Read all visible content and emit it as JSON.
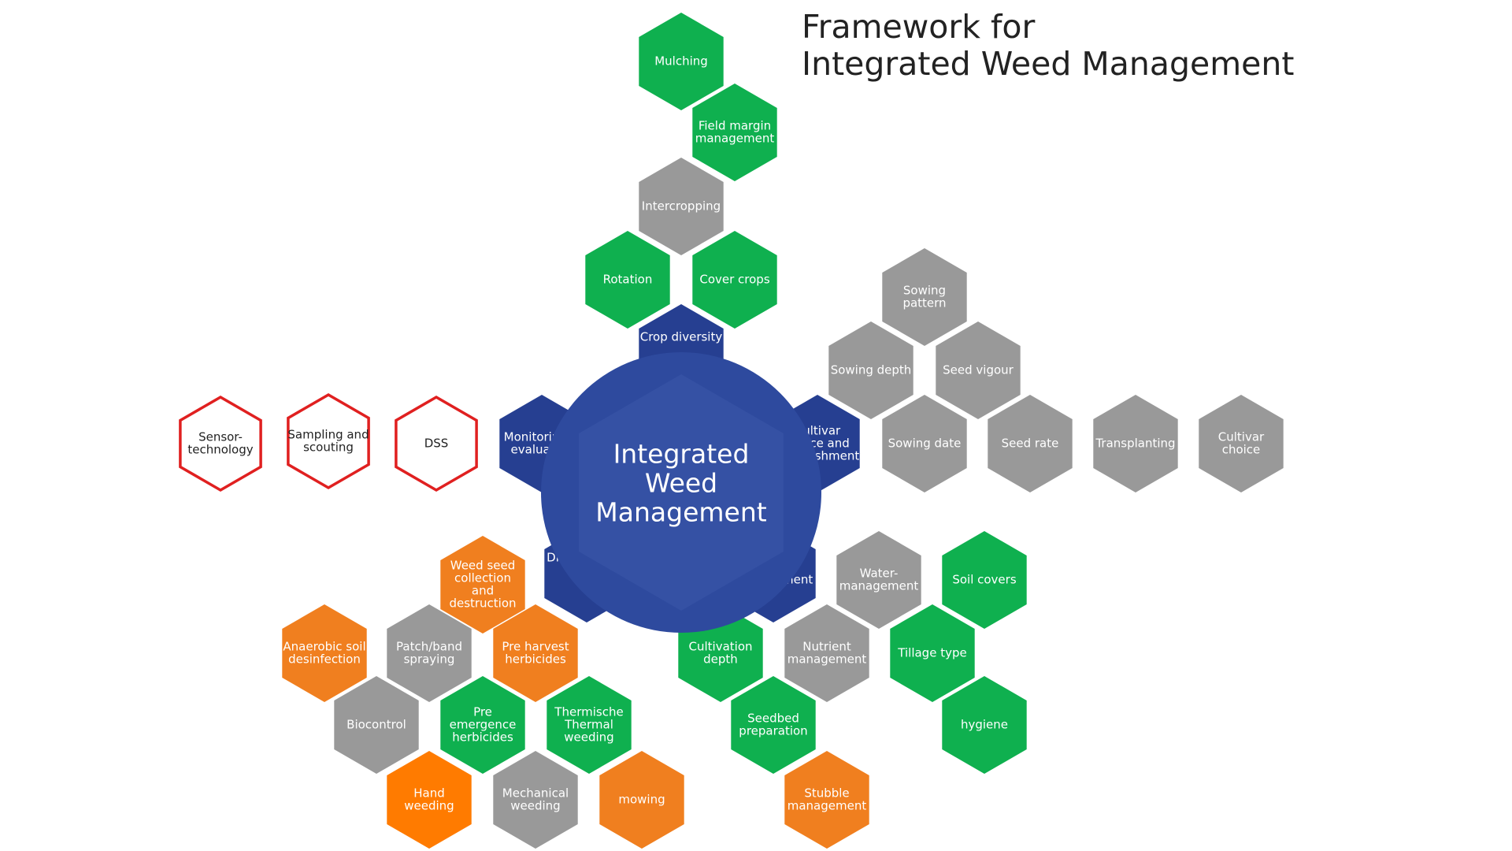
{
  "title": [
    "Framework for",
    "Integrated Weed Management"
  ],
  "center": [
    "Integrated",
    "Weed",
    "Management"
  ],
  "colors": {
    "green": "#0fb04f",
    "gray": "#999999",
    "orange": "#f07f1f",
    "orange_dark": "#ff7b00",
    "navy": "#263f91",
    "center_ring": "#2e4a9e",
    "center_inner": "#3a57a8",
    "red_outline": "#e02020"
  },
  "hexagons": [
    {
      "id": "mulching",
      "lines": [
        "Mulching"
      ],
      "color": "green"
    },
    {
      "id": "field-margin-management",
      "lines": [
        "Field margin",
        "management"
      ],
      "color": "green"
    },
    {
      "id": "intercropping",
      "lines": [
        "Intercropping"
      ],
      "color": "gray"
    },
    {
      "id": "rotation",
      "lines": [
        "Rotation"
      ],
      "color": "green"
    },
    {
      "id": "cover-crops",
      "lines": [
        "Cover crops"
      ],
      "color": "green"
    },
    {
      "id": "crop-diversity",
      "lines": [
        "Crop diversity"
      ],
      "color": "navy"
    },
    {
      "id": "monitoring-evaluation",
      "lines": [
        "Monitoring &",
        "evaluation"
      ],
      "color": "navy"
    },
    {
      "id": "cultivar-choice-establishment",
      "lines": [
        "Cultivar",
        "choice and",
        "establishment"
      ],
      "color": "navy"
    },
    {
      "id": "direct-control",
      "lines": [
        "Direct control"
      ],
      "color": "navy"
    },
    {
      "id": "soil-management",
      "lines": [
        "Soil",
        "management"
      ],
      "color": "navy"
    },
    {
      "id": "sensor-technology",
      "lines": [
        "Sensor-",
        "technology"
      ],
      "color": "outline"
    },
    {
      "id": "sampling-scouting",
      "lines": [
        "Sampling and",
        "scouting"
      ],
      "color": "outline"
    },
    {
      "id": "dss",
      "lines": [
        "DSS"
      ],
      "color": "outline"
    },
    {
      "id": "sowing-pattern",
      "lines": [
        "Sowing",
        "pattern"
      ],
      "color": "gray"
    },
    {
      "id": "sowing-depth",
      "lines": [
        "Sowing depth"
      ],
      "color": "gray"
    },
    {
      "id": "seed-vigour",
      "lines": [
        "Seed  vigour"
      ],
      "color": "gray"
    },
    {
      "id": "sowing-date",
      "lines": [
        "Sowing date"
      ],
      "color": "gray"
    },
    {
      "id": "seed-rate",
      "lines": [
        "Seed rate"
      ],
      "color": "gray"
    },
    {
      "id": "transplanting",
      "lines": [
        "Transplanting"
      ],
      "color": "gray"
    },
    {
      "id": "cultivar-choice",
      "lines": [
        "Cultivar",
        "choice"
      ],
      "color": "gray"
    },
    {
      "id": "water-management",
      "lines": [
        "Water-",
        "management"
      ],
      "color": "gray"
    },
    {
      "id": "soil-covers",
      "lines": [
        "Soil covers"
      ],
      "color": "green"
    },
    {
      "id": "cultivation-depth",
      "lines": [
        "Cultivation",
        "depth"
      ],
      "color": "green"
    },
    {
      "id": "nutrient-management",
      "lines": [
        "Nutrient",
        "management"
      ],
      "color": "gray"
    },
    {
      "id": "tillage-type",
      "lines": [
        "Tillage type"
      ],
      "color": "green"
    },
    {
      "id": "seedbed-preparation",
      "lines": [
        "Seedbed",
        "preparation"
      ],
      "color": "green"
    },
    {
      "id": "hygiene",
      "lines": [
        "hygiene"
      ],
      "color": "green"
    },
    {
      "id": "stubble-management",
      "lines": [
        "Stubble",
        "management"
      ],
      "color": "orange"
    },
    {
      "id": "weed-seed-collection",
      "lines": [
        "Weed seed",
        "collection",
        "and",
        "destruction"
      ],
      "color": "orange"
    },
    {
      "id": "anaerobic-soil",
      "lines": [
        "Anaerobic soil",
        "desinfection"
      ],
      "color": "orange"
    },
    {
      "id": "patch-band-spraying",
      "lines": [
        "Patch/band",
        "spraying"
      ],
      "color": "gray"
    },
    {
      "id": "pre-harvest-herbicides",
      "lines": [
        "Pre harvest",
        "herbicides"
      ],
      "color": "orange"
    },
    {
      "id": "biocontrol",
      "lines": [
        "Biocontrol"
      ],
      "color": "gray"
    },
    {
      "id": "pre-emergence-herbicides",
      "lines": [
        "Pre",
        "emergence",
        "herbicides"
      ],
      "color": "green"
    },
    {
      "id": "thermal-weeding",
      "lines": [
        "Thermische",
        "Thermal",
        "weeding"
      ],
      "color": "green"
    },
    {
      "id": "hand-weeding",
      "lines": [
        "Hand",
        "weeding"
      ],
      "color": "orange_dark"
    },
    {
      "id": "mechanical-weeding",
      "lines": [
        "Mechanical",
        "weeding"
      ],
      "color": "gray"
    },
    {
      "id": "mowing",
      "lines": [
        "mowing"
      ],
      "color": "orange"
    }
  ]
}
